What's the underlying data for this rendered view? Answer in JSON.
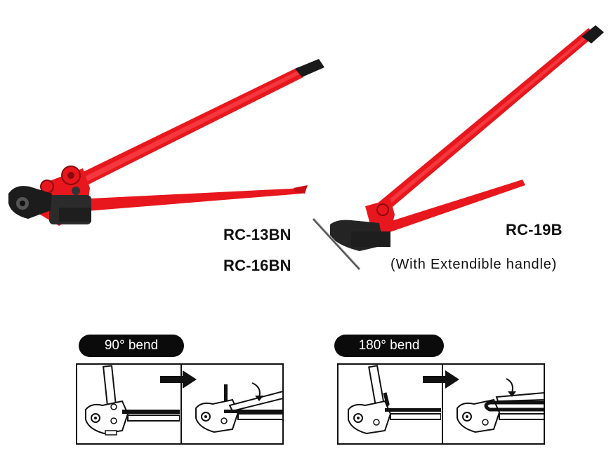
{
  "tools": [
    {
      "models": [
        "RC-13BN",
        "RC-16BN"
      ]
    },
    {
      "model": "RC-19B",
      "note": "(With Extendible handle)"
    }
  ],
  "bends": [
    {
      "label": "90° bend"
    },
    {
      "label": "180° bend"
    }
  ],
  "colors": {
    "handle_red": "#e8171d",
    "grip_black": "#1a1a1a",
    "head_dark": "#2b2b2b",
    "background": "#ffffff"
  },
  "icons": [
    "arrow-right-icon",
    "curved-arrow-icon"
  ]
}
